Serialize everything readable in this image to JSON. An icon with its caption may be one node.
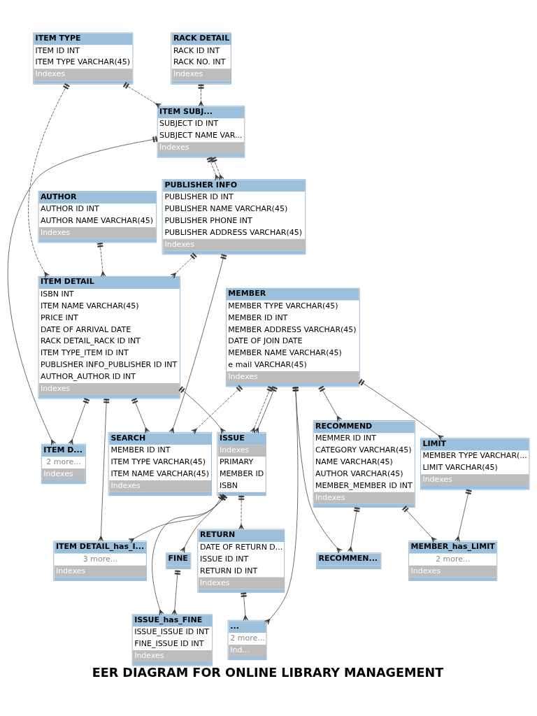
{
  "diagram": {
    "caption": "EER DIAGRAM FOR ONLINE LIBRARY MANAGEMENT",
    "nodes": [
      {
        "text": [
          "ITEM TYPE",
          "ITEM ID INT",
          "ITEM TYPE VARCHAR(45)",
          "Indexes"
        ]
      },
      {
        "text": [
          "ITEM DETAIL",
          "ISBN INT",
          "ITEM NAME VARCHAR(45)",
          "PRICE INT",
          "DATE OF ARRIVAL DATE",
          "RACK DETAIL_RACK ID INT",
          "ITEM TYPE_ITEM ID INT",
          "PUBLISHER INFO_PUBLISHER ID INT",
          "AUTHOR_AUTHOR ID INT",
          "Indexes"
        ]
      },
      {
        "text": [
          "ITEM D...",
          "2 more...",
          "Indexes"
        ]
      },
      {
        "text": [
          "ITEM DETAIL_has_I...",
          "3 more...",
          "Indexes"
        ]
      },
      {
        "text": [
          "ISSUE",
          "Indexes",
          "PRIMARY",
          "MEMBER ID",
          "ISBN"
        ]
      },
      {
        "text": [
          "ISSUE_has_FINE",
          "ISSUE_ISSUE ID INT",
          "FINE_ISSUE ID INT",
          "Indexes"
        ]
      },
      {
        "text": [
          "FINE"
        ]
      },
      {
        "text": [
          "...",
          "2 more...",
          "Ind..."
        ]
      },
      {
        "text": [
          "RETURN",
          "DATE OF RETURN D...",
          "ISSUE ID INT",
          "RETURN ID INT",
          "Indexes"
        ]
      },
      {
        "text": [
          "MEMBER",
          "MEMBER TYPE VARCHAR(45)",
          "MEMBER ID INT",
          "MEMBER ADDRESS VARCHAR(45)",
          "DATE OF JOIN DATE",
          "MEMBER NAME VARCHAR(45)",
          "e mail VARCHAR(45)",
          "Indexes"
        ]
      },
      {
        "text": [
          "ITEM SUBJ...",
          "SUBJECT ID INT",
          "SUBJECT NAME VAR...",
          "Indexes"
        ]
      },
      {
        "text": [
          "PUBLISHER INFO",
          "PUBLISHER ID INT",
          "PUBLISHER NAME VARCHAR(45)",
          "PUBLISHER PHONE INT",
          "PUBLISHER ADDRESS VARCHAR(45)",
          "Indexes"
        ]
      },
      {
        "text": [
          "AUTHOR",
          "AUTHOR ID INT",
          "AUTHOR NAME VARCHAR(45)",
          "Indexes"
        ]
      },
      {
        "text": [
          "RECOMMEN..."
        ]
      },
      {
        "text": [
          "RACK DETAIL",
          "RACK ID INT",
          "RACK NO. INT",
          "Indexes"
        ]
      },
      {
        "text": [
          "SEARCH",
          "MEMBER ID INT",
          "ITEM TYPE VARCHAR(45)",
          "ITEM NAME VARCHAR(45)",
          "Indexes"
        ]
      },
      {
        "text": [
          "RECOMMEND",
          "MEMMER ID INT",
          "CATEGORY VARCHAR(45)",
          "NAME VARCHAR(45)",
          "AUTHOR VARCHAR(45)",
          "MEMBER_MEMBER ID INT",
          "Indexes"
        ]
      },
      {
        "text": [
          "LIMIT",
          "MEMBER TYPE VARCHAR(...",
          "LIMIT VARCHAR(45)",
          "Indexes"
        ]
      },
      {
        "text": [
          "MEMBER_has_LIMIT",
          "2 more...",
          "Indexes"
        ]
      }
    ],
    "edges": [
      {
        "from": 0,
        "to": 1,
        "arrow": "other",
        "style": "dashed"
      },
      {
        "from": 1,
        "to": 2,
        "arrow": "other"
      },
      {
        "from": 10,
        "to": 2,
        "arrow": "other"
      },
      {
        "from": 0,
        "to": 10,
        "arrow": "other",
        "style": "dashed"
      },
      {
        "from": 1,
        "to": 3,
        "arrow": "other"
      },
      {
        "from": 4,
        "to": 3,
        "arrow": "other"
      },
      {
        "from": 1,
        "to": 4,
        "arrow": "other"
      },
      {
        "from": 4,
        "to": 5,
        "arrow": "other"
      },
      {
        "from": 6,
        "to": 5,
        "arrow": "other"
      },
      {
        "from": 4,
        "to": 6,
        "arrow": "other"
      },
      {
        "from": 4,
        "to": 8,
        "arrow": "other",
        "style": "dashed"
      },
      {
        "from": 9,
        "to": 4,
        "arrow": "other",
        "style": "dashed"
      },
      {
        "from": 9,
        "to": 4,
        "arrow": "other"
      },
      {
        "from": 9,
        "to": 7,
        "arrow": "other"
      },
      {
        "from": 8,
        "to": 7,
        "arrow": "other"
      },
      {
        "from": 9,
        "to": 17,
        "arrow": "other"
      },
      {
        "from": 9,
        "to": 16,
        "arrow": "other"
      },
      {
        "from": 9,
        "to": 13,
        "arrow": "other"
      },
      {
        "from": 16,
        "to": 13,
        "arrow": "other"
      },
      {
        "from": 9,
        "to": 15,
        "arrow": "other",
        "style": "dashed"
      },
      {
        "from": 11,
        "to": 1,
        "arrow": "other",
        "style": "dashed"
      },
      {
        "from": 12,
        "to": 1,
        "arrow": "other",
        "style": "dashed"
      },
      {
        "from": 1,
        "to": 15,
        "arrow": "other"
      },
      {
        "from": 11,
        "to": 15,
        "arrow": "other"
      },
      {
        "from": 10,
        "to": 11,
        "arrow": "other",
        "style": "dashed"
      },
      {
        "from": 10,
        "to": 11,
        "arrow": "other",
        "style": "dashed"
      },
      {
        "from": 14,
        "to": 10,
        "arrow": "other",
        "style": "dashed"
      },
      {
        "from": 17,
        "to": 18,
        "arrow": "other"
      },
      {
        "from": 16,
        "to": 18,
        "arrow": "other"
      }
    ]
  }
}
